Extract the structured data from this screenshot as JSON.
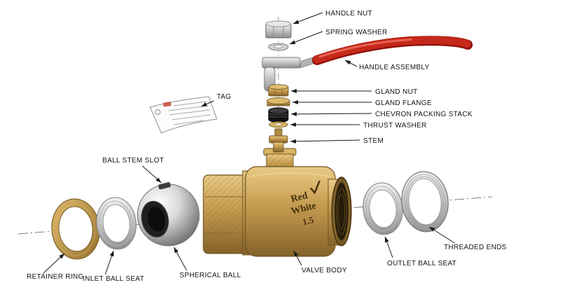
{
  "diagram": {
    "labels": {
      "handle_nut": "HANDLE NUT",
      "spring_washer": "SPRING WASHER",
      "handle_assembly": "HANDLE ASSEMBLY",
      "tag": "TAG",
      "gland_nut": "GLAND NUT",
      "gland_flange": "GLAND FLANGE",
      "chevron_packing_stack": "CHEVRON PACKING STACK",
      "thrust_washer": "THRUST WASHER",
      "stem": "STEM",
      "ball_stem_slot": "BALL STEM SLOT",
      "retainer_ring": "RETAINER RING",
      "inlet_ball_seat": "INLET BALL SEAT",
      "spherical_ball": "SPHERICAL BALL",
      "valve_body": "VALVE BODY",
      "outlet_ball_seat": "OUTLET BALL SEAT",
      "threaded_ends": "THREADED ENDS"
    },
    "body_markings": {
      "brand_top": "Red",
      "brand_bottom": "White",
      "size_marking": "1.5"
    },
    "colors": {
      "brass": "#c49a4e",
      "brass_dark": "#8d6a2c",
      "steel": "#c9c9c9",
      "handle_red": "#c6281a",
      "packing_black": "#1c1c1c",
      "leader_line": "#1a1a1a"
    }
  }
}
